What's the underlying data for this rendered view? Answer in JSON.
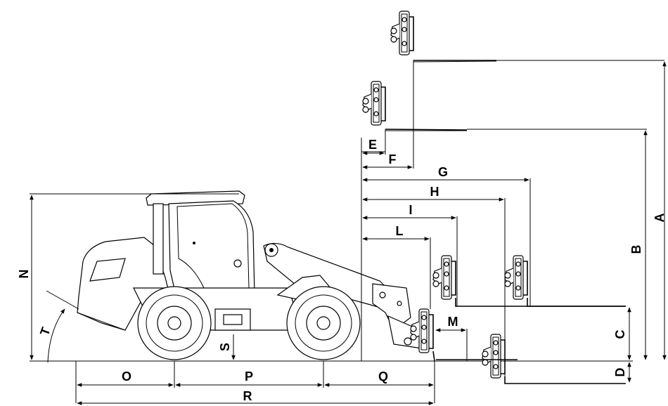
{
  "dimension_labels": {
    "A": "A",
    "B": "B",
    "C": "C",
    "D": "D",
    "E": "E",
    "F": "F",
    "G": "G",
    "H": "H",
    "I": "I",
    "L": "L",
    "M": "M",
    "N": "N",
    "O": "O",
    "P": "P",
    "Q": "Q",
    "R": "R",
    "S": "S",
    "T": "T"
  }
}
